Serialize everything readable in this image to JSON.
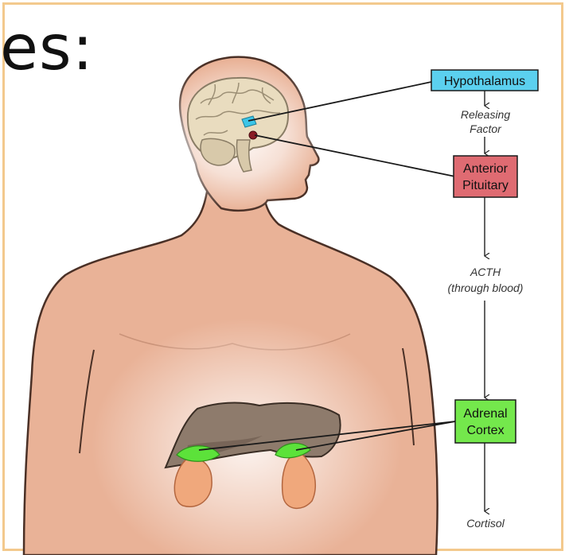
{
  "heading_fragment": "es:",
  "boxes": {
    "hypothalamus": {
      "lines": [
        "Hypothalamus"
      ],
      "color": "#5bd0ef"
    },
    "anterior_pituitary": {
      "lines": [
        "Anterior",
        "Pituitary"
      ],
      "color": "#df6b72"
    },
    "adrenal_cortex": {
      "lines": [
        "Adrenal",
        "Cortex"
      ],
      "color": "#74e84c"
    }
  },
  "flow_labels": {
    "releasing_factor": [
      "Releasing",
      "Factor"
    ],
    "acth": [
      "ACTH",
      "(through blood)"
    ],
    "cortisol": [
      "Cortisol"
    ]
  },
  "colors": {
    "skin": "#e9b297",
    "skin_outline": "#4a3026",
    "brain": "#e9dcbf",
    "liver": "#8e7b6c",
    "kidney": "#f0a87c",
    "adrenal": "#5ce23a",
    "frame": "#f3c98d"
  }
}
